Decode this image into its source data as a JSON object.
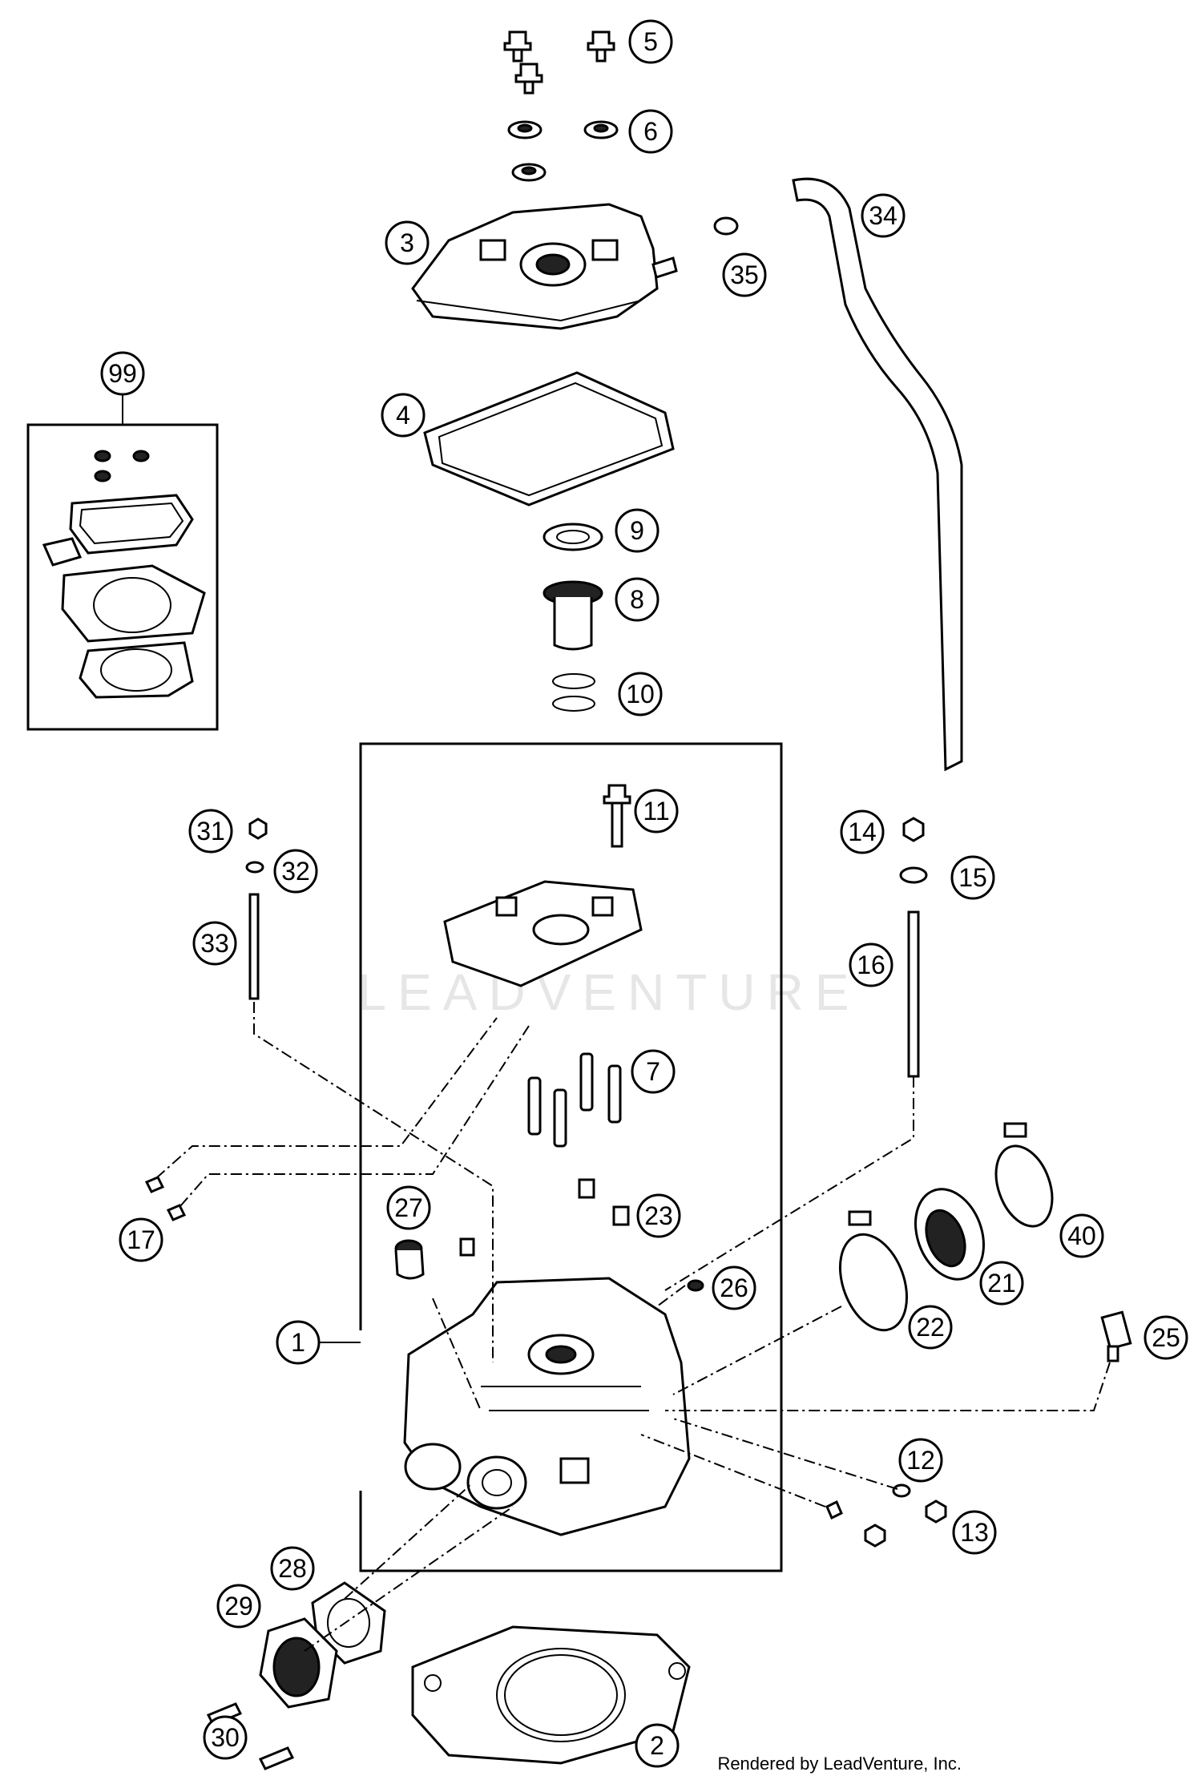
{
  "watermark": "LEADVENTURE",
  "credit": "Rendered by LeadVenture, Inc.",
  "callouts": [
    "1",
    "2",
    "3",
    "4",
    "5",
    "6",
    "7",
    "8",
    "9",
    "10",
    "11",
    "12",
    "13",
    "14",
    "15",
    "16",
    "17",
    "21",
    "22",
    "23",
    "25",
    "26",
    "27",
    "28",
    "29",
    "30",
    "31",
    "32",
    "33",
    "34",
    "35",
    "40",
    "99"
  ],
  "colors": {
    "line": "#000000",
    "background": "#ffffff",
    "watermark": "#e6e6e6"
  }
}
